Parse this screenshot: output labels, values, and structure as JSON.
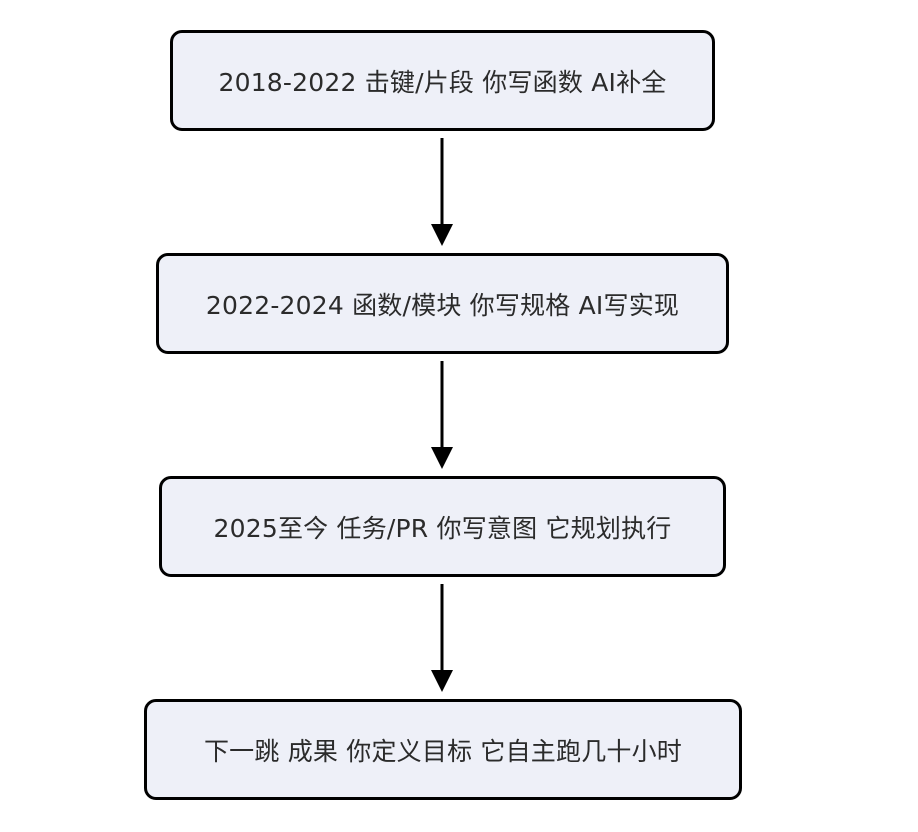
{
  "nodes": [
    {
      "id": "n1",
      "label": "2018-2022 击键/片段 你写函数 AI补全"
    },
    {
      "id": "n2",
      "label": "2022-2024 函数/模块 你写规格 AI写实现"
    },
    {
      "id": "n3",
      "label": "2025至今 任务/PR 你写意图 它规划执行"
    },
    {
      "id": "n4",
      "label": "下一跳 成果 你定义目标 它自主跑几十小时"
    }
  ],
  "edges": [
    {
      "from": "n1",
      "to": "n2"
    },
    {
      "from": "n2",
      "to": "n3"
    },
    {
      "from": "n3",
      "to": "n4"
    }
  ],
  "colors": {
    "node_fill": "#eef0f8",
    "node_border": "#000000",
    "text": "#2b2b2b",
    "arrow": "#000000"
  }
}
